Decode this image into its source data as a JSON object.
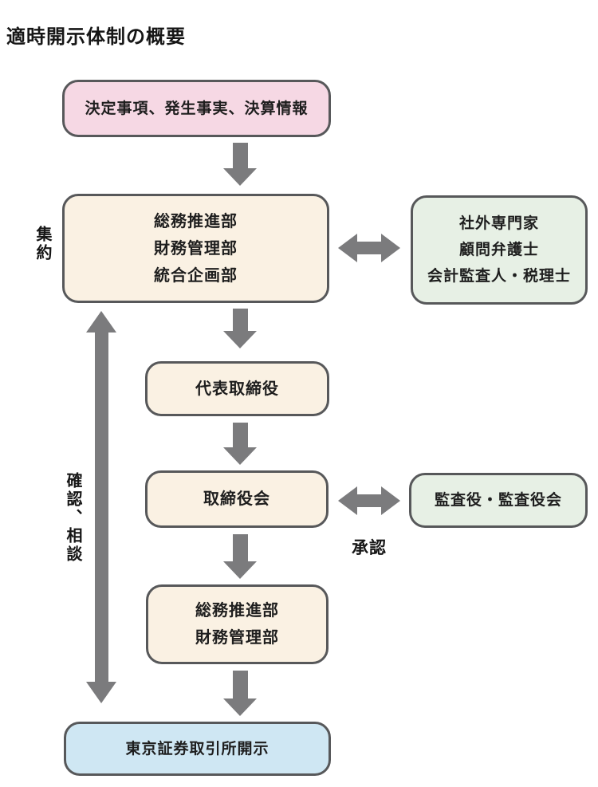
{
  "title": "適時開示体制の概要",
  "colors": {
    "border": "#57585a",
    "arrow": "#7b7b7d",
    "node_pink": "#f6d8e4",
    "node_cream": "#faf1e3",
    "node_green": "#e7f0e5",
    "node_blue": "#cfe7f3"
  },
  "nodes": {
    "info_source": {
      "label": "決定事項、発生事実、決算情報"
    },
    "depts_main": {
      "lines": [
        "総務推進部",
        "財務管理部",
        "統合企画部"
      ]
    },
    "external_experts": {
      "lines": [
        "社外専門家",
        "顧問弁護士",
        "会計監査人・税理士"
      ]
    },
    "representative_director": {
      "label": "代表取締役"
    },
    "board_of_directors": {
      "label": "取締役会"
    },
    "auditors": {
      "label": "監査役・監査役会"
    },
    "depts_disclosure": {
      "lines": [
        "総務推進部",
        "財務管理部"
      ]
    },
    "tse_disclosure": {
      "label": "東京証券取引所開示"
    }
  },
  "edge_labels": {
    "aggregation": "集約",
    "confirm_consult": "確認、相談",
    "approval": "承認"
  }
}
